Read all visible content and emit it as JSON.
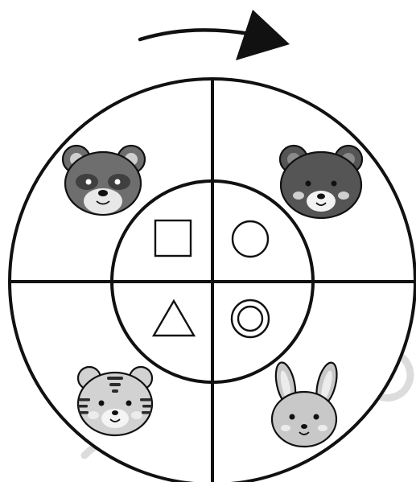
{
  "diagram": {
    "rotation_arrow": {
      "direction": "clockwise",
      "icon": "curved-arrow-right-icon"
    },
    "outer_ring": {
      "quadrants": [
        {
          "position": "top-left",
          "animal": "raccoon",
          "icon": "raccoon-face-icon"
        },
        {
          "position": "top-right",
          "animal": "bear",
          "icon": "bear-face-icon"
        },
        {
          "position": "bottom-right",
          "animal": "rabbit",
          "icon": "rabbit-face-icon"
        },
        {
          "position": "bottom-left",
          "animal": "tiger",
          "icon": "tiger-face-icon"
        }
      ]
    },
    "inner_ring": {
      "quadrants": [
        {
          "position": "top-left",
          "shape": "square",
          "icon": "square-icon"
        },
        {
          "position": "top-right",
          "shape": "circle",
          "icon": "circle-icon"
        },
        {
          "position": "bottom-right",
          "shape": "double-circle",
          "icon": "double-circle-icon"
        },
        {
          "position": "bottom-left",
          "shape": "triangle",
          "icon": "triangle-icon"
        }
      ]
    },
    "colors": {
      "line": "#111111",
      "background": "#ffffff",
      "ghost_stroke": "#dcdcdc",
      "raccoon_fur": "#6e6e6e",
      "raccoon_mask": "#3f3f3f",
      "bear_fur": "#555555",
      "tiger_fur": "#d2d2d2",
      "tiger_stripes": "#2a2a2a",
      "rabbit_fur": "#c8c8c8",
      "cheek": "#ececec"
    }
  }
}
